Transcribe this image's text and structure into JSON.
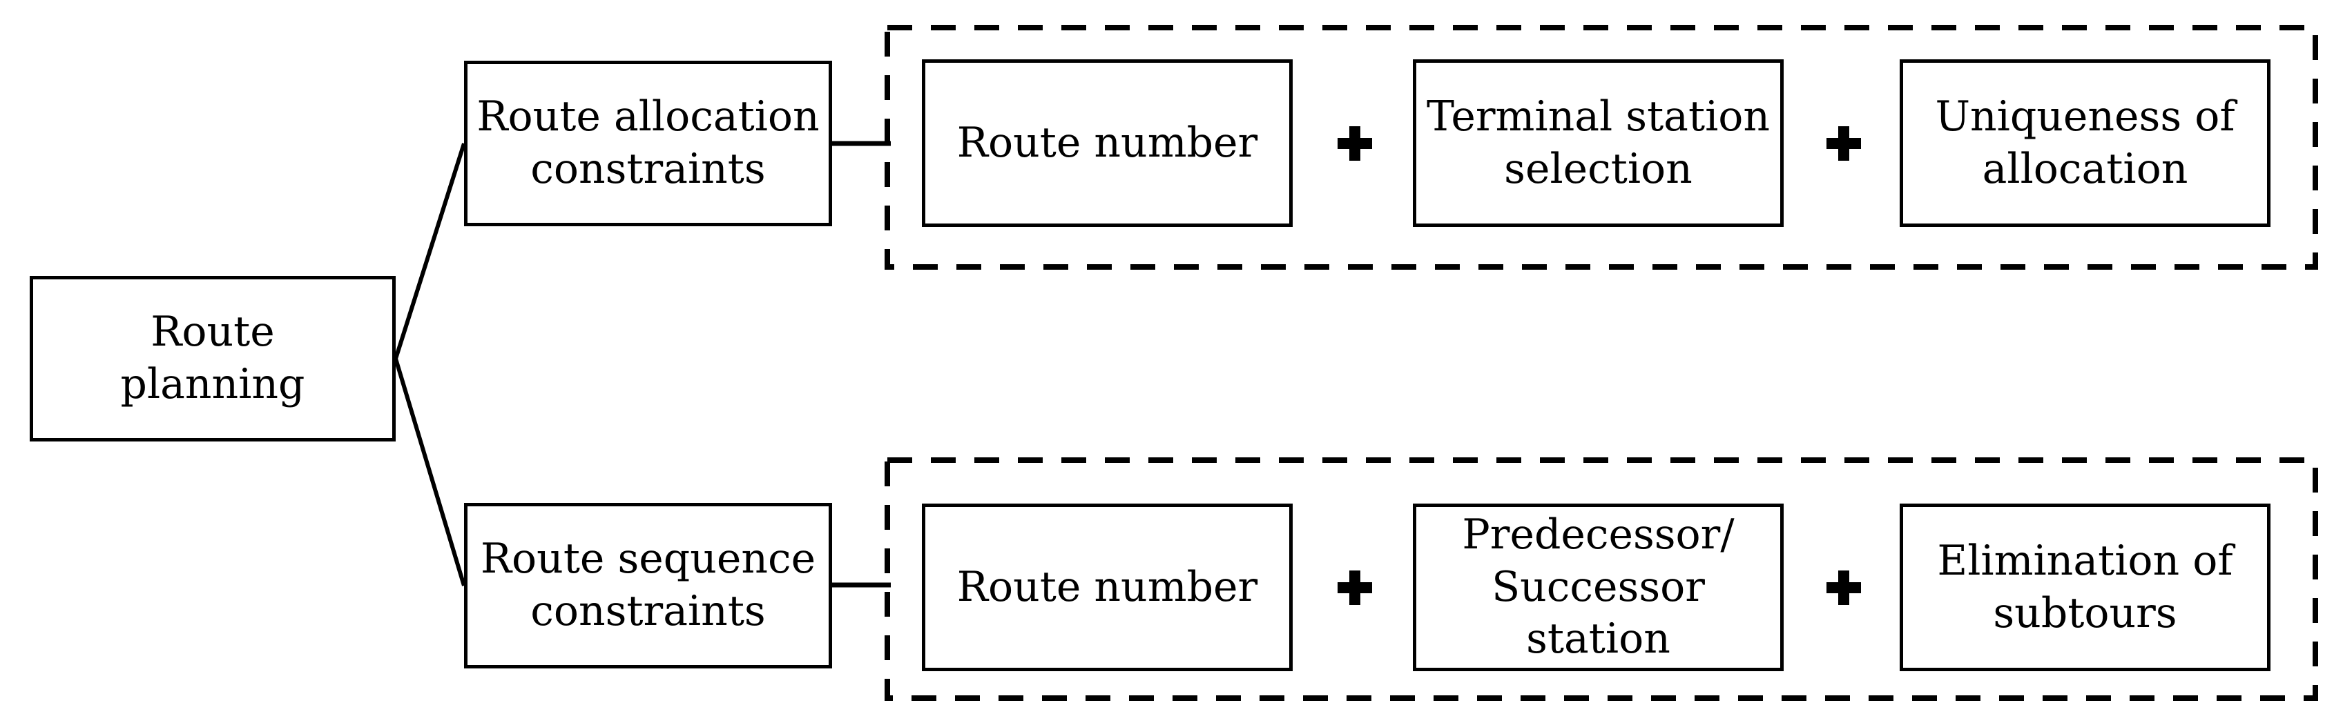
{
  "figure": {
    "background_color": "#ffffff",
    "line_color": "#000000",
    "root": {
      "label": "Route\nplanning"
    },
    "branches": [
      {
        "label": "Route allocation\nconstraints",
        "operator": "+",
        "components": [
          {
            "label": "Route number"
          },
          {
            "label": "Terminal station\nselection"
          },
          {
            "label": "Uniqueness of\nallocation"
          }
        ]
      },
      {
        "label": "Route sequence\nconstraints",
        "operator": "+",
        "components": [
          {
            "label": "Route number"
          },
          {
            "label": "Predecessor/\nSuccessor\nstation"
          },
          {
            "label": "Elimination of\nsubtours"
          }
        ]
      }
    ]
  }
}
